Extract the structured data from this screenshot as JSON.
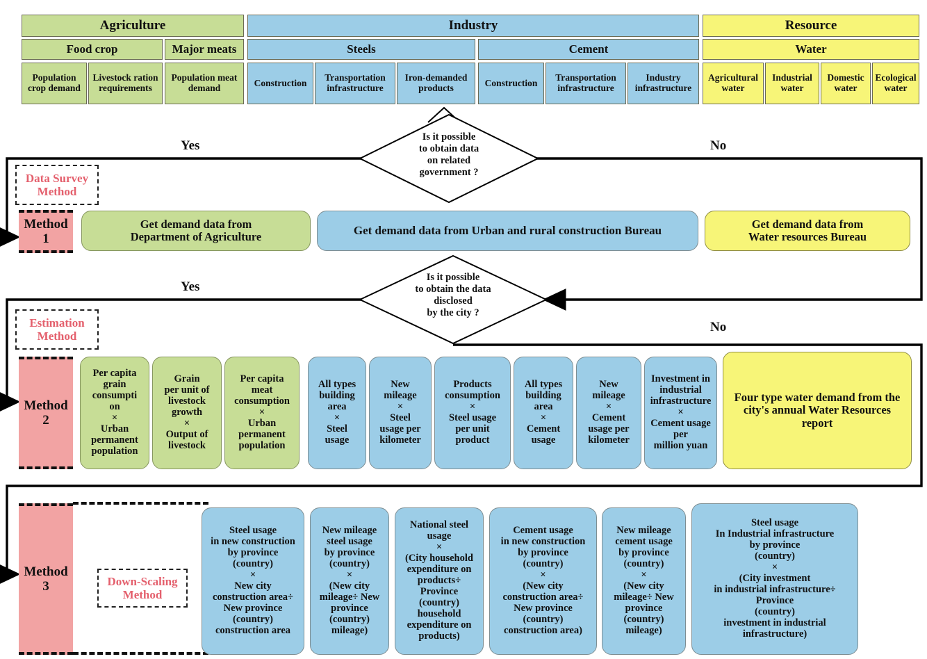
{
  "title": "Demand data acquisition method flowchart",
  "colors": {
    "agriculture": "#c7dd96",
    "industry": "#9ccde7",
    "resource": "#f7f578",
    "method": "#f2a3a3",
    "tag_text": "#e4606d",
    "line": "#000000"
  },
  "taxonomy": {
    "level1": [
      {
        "label": "Agriculture",
        "color": "green"
      },
      {
        "label": "Industry",
        "color": "blue"
      },
      {
        "label": "Resource",
        "color": "yellow"
      }
    ],
    "level2": [
      {
        "label": "Food crop",
        "color": "green"
      },
      {
        "label": "Major meats",
        "color": "green"
      },
      {
        "label": "Steels",
        "color": "blue"
      },
      {
        "label": "Cement",
        "color": "blue"
      },
      {
        "label": "Water",
        "color": "yellow"
      }
    ],
    "level3": [
      {
        "label": "Population\ncrop demand",
        "color": "green"
      },
      {
        "label": "Livestock\nration\nrequirements",
        "color": "green"
      },
      {
        "label": "Population\nmeat demand",
        "color": "green"
      },
      {
        "label": "Construction",
        "color": "blue"
      },
      {
        "label": "Transportation\ninfrastructure",
        "color": "blue"
      },
      {
        "label": "Iron-demanded\nproducts",
        "color": "blue"
      },
      {
        "label": "Construction",
        "color": "blue"
      },
      {
        "label": "Transportation\ninfrastructure",
        "color": "blue"
      },
      {
        "label": "Industry\ninfrastructure",
        "color": "blue"
      },
      {
        "label": "Agricultural\nwater",
        "color": "yellow"
      },
      {
        "label": "Industrial\nwater",
        "color": "yellow"
      },
      {
        "label": "Domestic\nwater",
        "color": "yellow"
      },
      {
        "label": "Ecological\nwater",
        "color": "yellow"
      }
    ]
  },
  "decisions": [
    {
      "id": "decision-government-data",
      "text": "Is it possible\nto obtain data\non related\ngovernment ?",
      "yes_label": "Yes",
      "no_label": "No"
    },
    {
      "id": "decision-city-disclosed-data",
      "text": "Is it possible\nto obtain the data\ndisclosed\nby the city ?",
      "yes_label": "Yes",
      "no_label": "No"
    }
  ],
  "method1": {
    "tag": "Data Survey\nMethod",
    "block": "Method\n1",
    "boxes": [
      {
        "label": "Get demand data from\nDepartment of Agriculture",
        "color": "green"
      },
      {
        "label": "Get demand data from Urban and rural construction Bureau",
        "color": "blue"
      },
      {
        "label": "Get demand data from\nWater resources Bureau",
        "color": "yellow"
      }
    ]
  },
  "method2": {
    "tag": "Estimation\nMethod",
    "block": "Method\n2",
    "boxes": [
      {
        "label": "Per capita\ngrain\nconsumpti\non\n×\nUrban\npermanent\npopulation",
        "color": "green"
      },
      {
        "label": "Grain\nper unit of\nlivestock\ngrowth\n×\nOutput of\nlivestock",
        "color": "green"
      },
      {
        "label": "Per capita\nmeat\nconsumption\n×\nUrban\npermanent\npopulation",
        "color": "green"
      },
      {
        "label": "All types\nbuilding\narea\n×\nSteel\nusage",
        "color": "blue"
      },
      {
        "label": "New\nmileage\n×\nSteel\nusage per\nkilometer",
        "color": "blue"
      },
      {
        "label": "Products\nconsumption\n×\nSteel usage\nper unit\nproduct",
        "color": "blue"
      },
      {
        "label": "All types\nbuilding\narea\n×\nCement\nusage",
        "color": "blue"
      },
      {
        "label": "New\nmileage\n×\nCement\nusage per\nkilometer",
        "color": "blue"
      },
      {
        "label": "Investment in\nindustrial\ninfrastructure\n×\nCement usage\nper\nmillion yuan",
        "color": "blue"
      },
      {
        "label": "Four type water demand from the\ncity's annual Water Resources\nreport",
        "color": "yellow"
      }
    ]
  },
  "method3": {
    "tag": "Down-Scaling\nMethod",
    "block": "Method\n3",
    "boxes": [
      {
        "label": "Steel usage\nin new construction\nby province\n(country)\n×\nNew city\nconstruction area÷\nNew province\n(country)\nconstruction area",
        "color": "blue"
      },
      {
        "label": "New mileage\nsteel usage\nby province\n(country)\n×\n(New city\nmileage÷ New\nprovince\n(country)\nmileage)",
        "color": "blue"
      },
      {
        "label": "National steel\nusage\n×\n(City household\nexpenditure on\nproducts÷\nProvince\n(country)\nhousehold\nexpenditure on\nproducts)",
        "color": "blue"
      },
      {
        "label": "Cement usage\nin new construction\nby province\n(country)\n×\n(New city\nconstruction area÷\nNew province\n(country)\nconstruction area)",
        "color": "blue"
      },
      {
        "label": "New mileage\ncement usage\nby province\n(country)\n×\n(New city\nmileage÷ New\nprovince\n(country)\nmileage)",
        "color": "blue"
      },
      {
        "label": "Steel usage\nIn Industrial infrastructure\nby province\n(country)\n×\n(City investment\nin industrial infrastructure÷\nProvince\n(country)\ninvestment in industrial\ninfrastructure)",
        "color": "blue"
      }
    ]
  }
}
